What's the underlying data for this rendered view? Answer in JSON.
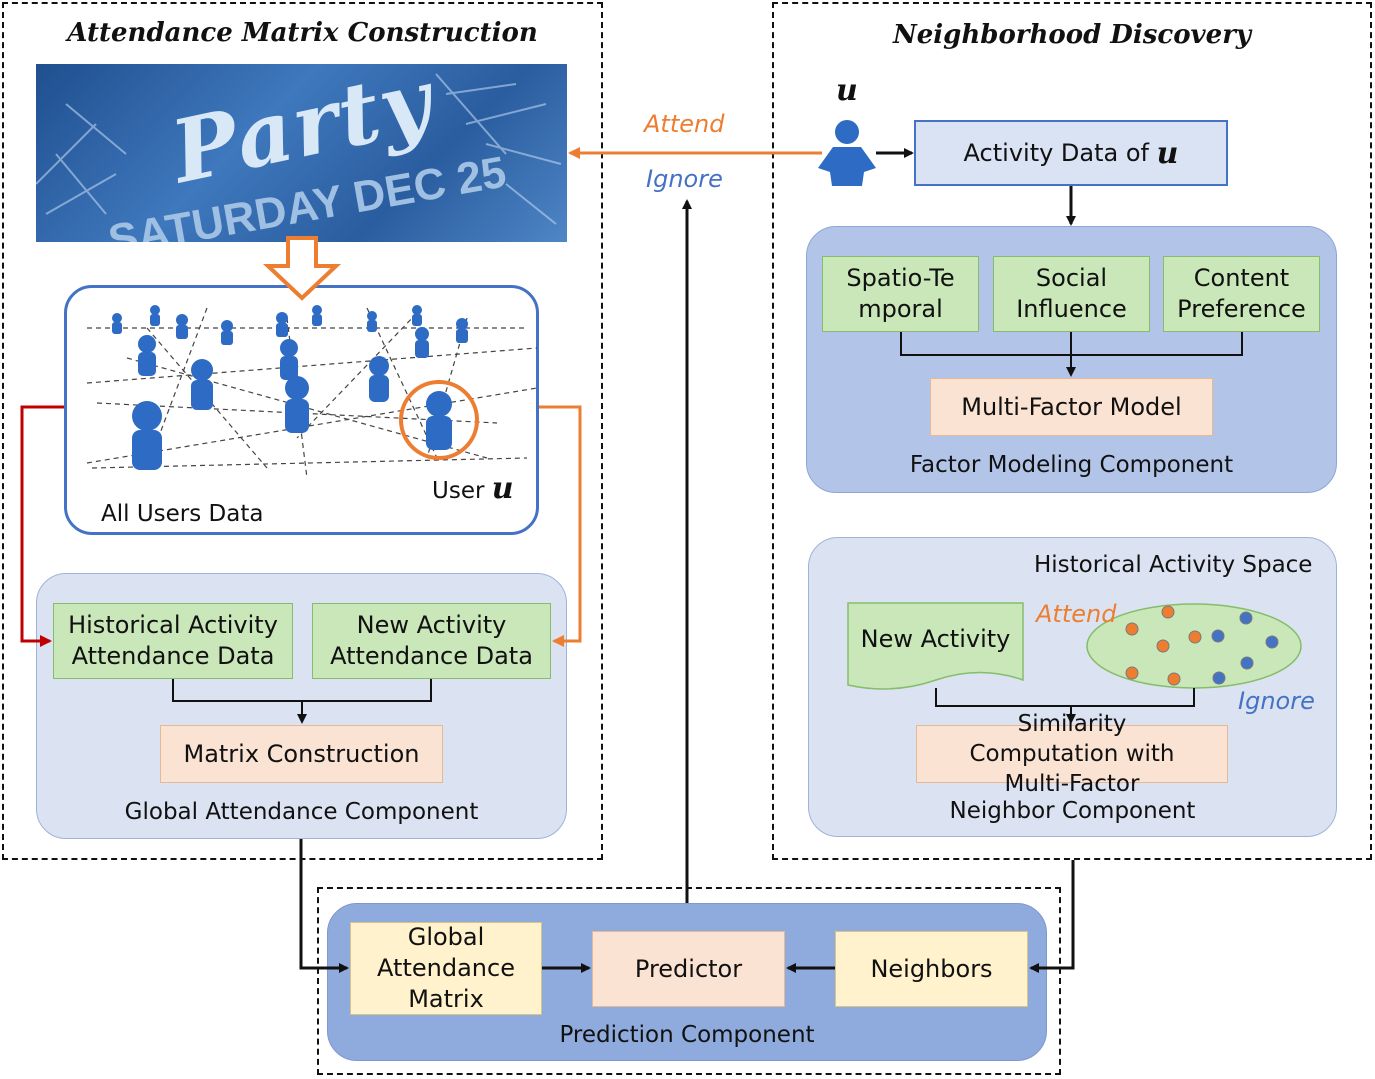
{
  "sections": {
    "attendance_matrix": "Attendance Matrix Construction",
    "neighborhood_discovery": "Neighborhood Discovery"
  },
  "banner": {
    "party": "Party",
    "date": "SATURDAY DEC 25"
  },
  "all_users": {
    "caption": "All Users Data",
    "user_label": "User",
    "user_var": "u"
  },
  "global_attendance": {
    "historical": "Historical Activity Attendance Data",
    "new": "New Activity Attendance Data",
    "matrix_construction": "Matrix Construction",
    "caption": "Global Attendance Component"
  },
  "user_top": {
    "var": "u",
    "activity_data": "Activity Data of",
    "activity_var": "u"
  },
  "flow_labels": {
    "attend": "Attend",
    "ignore": "Ignore"
  },
  "factor_modeling": {
    "spatio": "Spatio-Temporal",
    "social": "Social Influence",
    "content": "Content Preference",
    "multi_factor": "Multi-Factor Model",
    "caption": "Factor Modeling Component"
  },
  "neighbor": {
    "space_title": "Historical Activity Space",
    "new_activity": "New Activity",
    "attend": "Attend",
    "ignore": "Ignore",
    "similarity": "Similarity Computation with Multi-Factor",
    "caption": "Neighbor Component"
  },
  "prediction": {
    "global_matrix": "Global Attendance Matrix",
    "predictor": "Predictor",
    "neighbors": "Neighbors",
    "caption": "Prediction Component"
  },
  "colors": {
    "orange": "#ed7d31",
    "blue": "#4472c4",
    "red": "#c00000",
    "green_box": "#c9e7b8",
    "peach_box": "#fbe3d4",
    "yellow_box": "#fff2cc"
  }
}
